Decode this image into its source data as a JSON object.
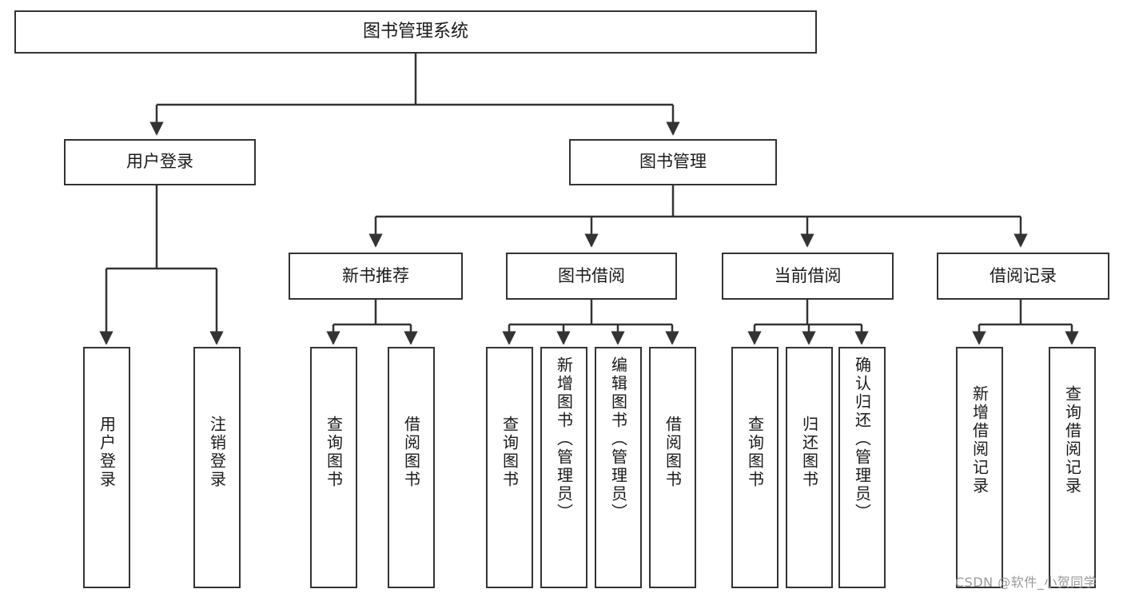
{
  "diagram": {
    "type": "tree-hierarchy-chart",
    "title": "图书管理系统",
    "colors": {
      "box_border": "#333333",
      "box_fill": "#ffffff",
      "connector": "#333333",
      "text": "#1a1a1a",
      "watermark": "#9a9a9a",
      "background": "#ffffff"
    },
    "levels": {
      "root": "图书管理系统",
      "level2": [
        "用户登录",
        "图书管理"
      ],
      "level3": [
        "新书推荐",
        "图书借阅",
        "当前借阅",
        "借阅记录"
      ]
    },
    "nodes": {
      "root": {
        "label": "图书管理系统"
      },
      "user_login": {
        "label": "用户登录"
      },
      "book_manage": {
        "label": "图书管理"
      },
      "new_book_rec": {
        "label": "新书推荐"
      },
      "book_borrow": {
        "label": "图书借阅"
      },
      "current_borrow": {
        "label": "当前借阅"
      },
      "borrow_record": {
        "label": "借阅记录"
      },
      "leaf_user_login": {
        "label": "用户登录"
      },
      "leaf_logout": {
        "label": "注销登录"
      },
      "leaf_query_book_a": {
        "label": "查询图书"
      },
      "leaf_borrow_book_a": {
        "label": "借阅图书"
      },
      "leaf_query_book_b": {
        "label": "查询图书"
      },
      "leaf_add_book": {
        "label": "新增图书（管理员）"
      },
      "leaf_edit_book": {
        "label": "编辑图书（管理员）"
      },
      "leaf_borrow_book_b": {
        "label": "借阅图书"
      },
      "leaf_query_book_c": {
        "label": "查询图书"
      },
      "leaf_return_book": {
        "label": "归还图书"
      },
      "leaf_confirm_return": {
        "label": "确认归还（管理员）"
      },
      "leaf_add_record": {
        "label": "新增借阅记录"
      },
      "leaf_query_record": {
        "label": "查询借阅记录"
      }
    },
    "edges": [
      {
        "from": "root",
        "to": "用户登录"
      },
      {
        "from": "root",
        "to": "图书管理"
      },
      {
        "from": "用户登录",
        "to": "用户登录(叶)"
      },
      {
        "from": "用户登录",
        "to": "注销登录"
      },
      {
        "from": "图书管理",
        "to": "新书推荐"
      },
      {
        "from": "图书管理",
        "to": "图书借阅"
      },
      {
        "from": "图书管理",
        "to": "当前借阅"
      },
      {
        "from": "图书管理",
        "to": "借阅记录"
      },
      {
        "from": "新书推荐",
        "to": "查询图书"
      },
      {
        "from": "新书推荐",
        "to": "借阅图书"
      },
      {
        "from": "图书借阅",
        "to": "查询图书"
      },
      {
        "from": "图书借阅",
        "to": "新增图书（管理员）"
      },
      {
        "from": "图书借阅",
        "to": "编辑图书（管理员）"
      },
      {
        "from": "图书借阅",
        "to": "借阅图书"
      },
      {
        "from": "当前借阅",
        "to": "查询图书"
      },
      {
        "from": "当前借阅",
        "to": "归还图书"
      },
      {
        "from": "当前借阅",
        "to": "确认归还（管理员）"
      },
      {
        "from": "借阅记录",
        "to": "新增借阅记录"
      },
      {
        "from": "借阅记录",
        "to": "查询借阅记录"
      }
    ]
  },
  "watermark": {
    "text": "CSDN @软件_小贺同学"
  }
}
